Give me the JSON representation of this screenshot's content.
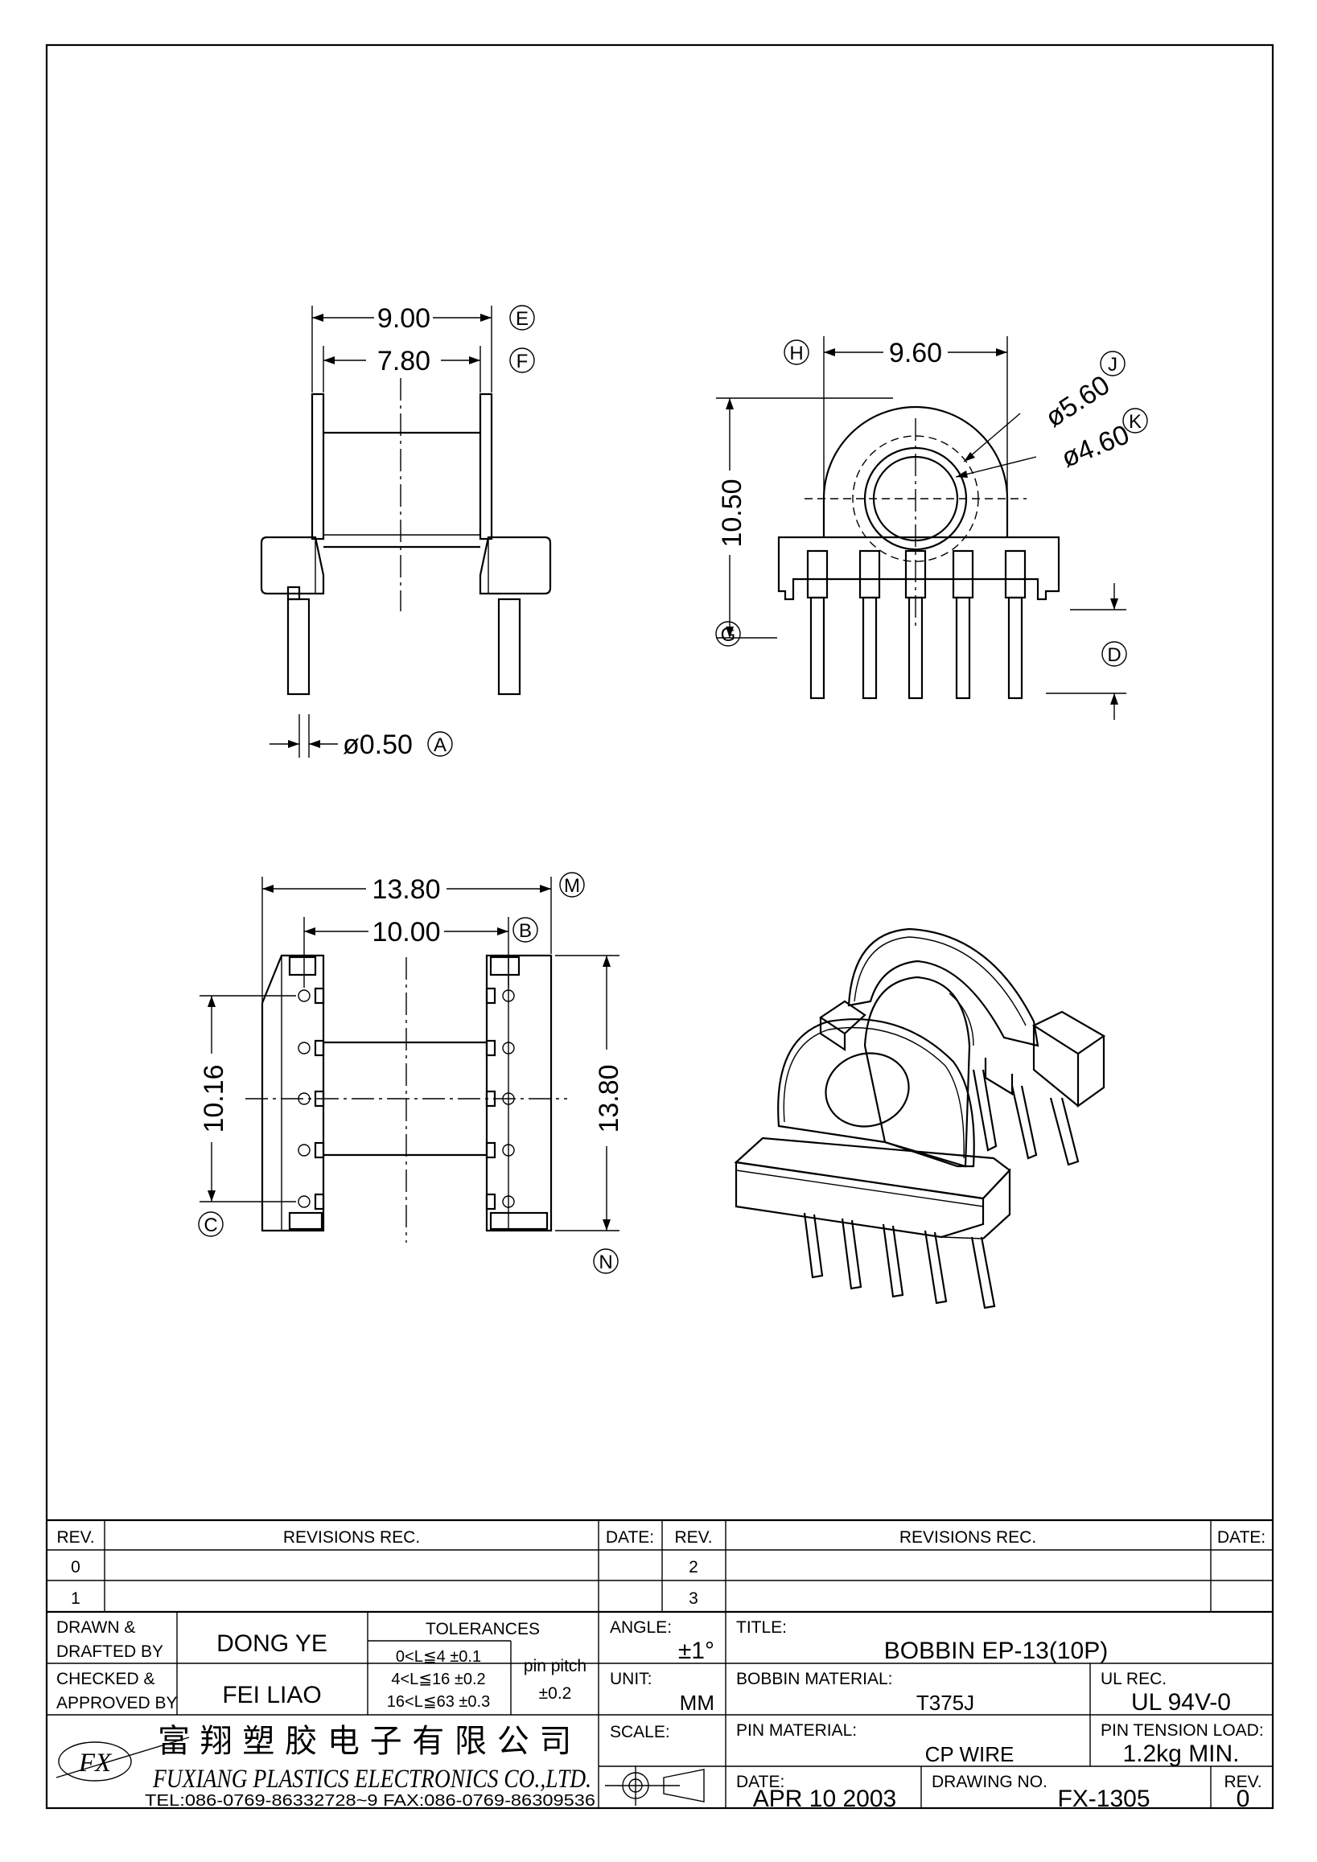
{
  "views": {
    "front": {
      "dim_e": "9.00",
      "dim_f": "7.80",
      "dim_a": "ø0.50",
      "tag_e": "E",
      "tag_f": "F",
      "tag_a": "A"
    },
    "side": {
      "dim_h": "9.60",
      "dim_j": "ø5.60",
      "dim_k": "ø4.60",
      "dim_g": "10.50",
      "tag_h": "H",
      "tag_j": "J",
      "tag_k": "K",
      "tag_g": "G",
      "tag_d": "D"
    },
    "top": {
      "dim_m": "13.80",
      "dim_b": "10.00",
      "dim_c": "10.16",
      "dim_n": "13.80",
      "tag_m": "M",
      "tag_b": "B",
      "tag_c": "C",
      "tag_n": "N"
    }
  },
  "title_block": {
    "rev_header": "REV.",
    "revisions_header": "REVISIONS   REC.",
    "date_header": "DATE:",
    "rev_rows_left": [
      "0",
      "1"
    ],
    "rev_rows_right": [
      "2",
      "3"
    ],
    "drawn_label_1": "DRAWN  &",
    "drawn_label_2": "DRAFTED BY",
    "drawn_by": "DONG YE",
    "checked_label_1": "CHECKED  &",
    "checked_label_2": "APPROVED BY",
    "checked_by": "FEI LIAO",
    "tolerances_header": "TOLERANCES",
    "tol_rows": [
      "0<L≦4    ±0.1",
      "4<L≦16  ±0.2",
      "16<L≦63  ±0.3"
    ],
    "pin_pitch_label": "pin  pitch",
    "pin_pitch_value": "±0.2",
    "angle_label": "ANGLE:",
    "angle_value": "±1°",
    "unit_label": "UNIT:",
    "unit_value": "MM",
    "scale_label": "SCALE:",
    "title_label": "TITLE:",
    "title_value": "BOBBIN  EP-13(10P)",
    "bobbin_material_label": "BOBBIN  MATERIAL:",
    "bobbin_material_value": "T375J",
    "ul_rec_label": "UL  REC.",
    "ul_rec_value": "UL  94V-0",
    "pin_material_label": "PIN  MATERIAL:",
    "pin_material_value": "CP  WIRE",
    "pin_tension_label": "PIN  TENSION  LOAD:",
    "pin_tension_value": "1.2kg  MIN.",
    "date_label": "DATE:",
    "date_value": "APR  10  2003",
    "drawing_no_label": "DRAWING  NO.",
    "drawing_no_value": "FX-1305",
    "rev_label": "REV.",
    "rev_value": "0",
    "company_cn": "富 翔 塑 胶 电 子 有 限 公 司",
    "company_en": "FUXIANG  PLASTICS  ELECTRONICS  CO.,LTD.",
    "contact": "TEL:086-0769-86332728~9   FAX:086-0769-86309536",
    "logo_text": "FX"
  }
}
